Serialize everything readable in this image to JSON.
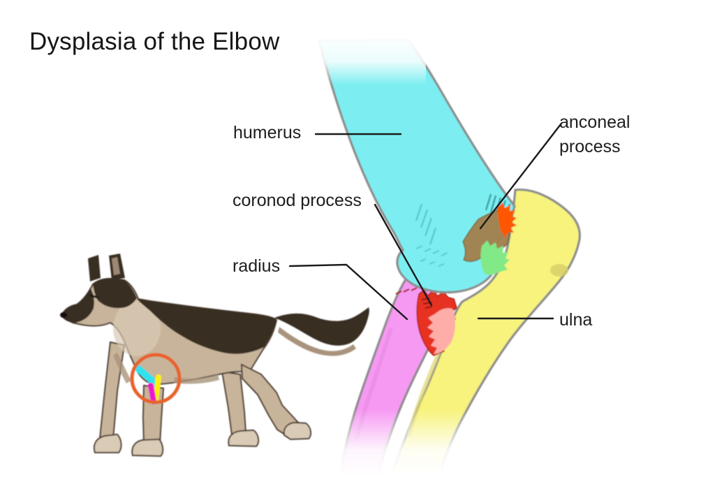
{
  "title": "Dysplasia of the Elbow",
  "diagram": {
    "labels": {
      "humerus": "humerus",
      "anconeal_process": "anconeal\nprocess",
      "coronod_process": "coronod process",
      "radius": "radius",
      "ulna": "ulna"
    },
    "colors": {
      "humerus": "#7beef1",
      "humerus_hatch": "#49b6c6",
      "humerus_hatch_dark": "#2d8b8f",
      "ulna": "#f7f37d",
      "ulna_shade": "#ded671",
      "radius": "#f699f3",
      "fragment_red": "#e73020",
      "fragment_red_detail": "#8e1812",
      "jag_orange": "#ff5603",
      "jag_green": "#81e985",
      "jag_pink": "#ffada9",
      "anconeal_fragment_brown": "#a3814e",
      "outline_gray": "#8b8b8b",
      "leader_line": "#1b1b1b"
    }
  },
  "dog": {
    "coat_tan": "#c8b49a",
    "coat_dark": "#382d24",
    "coat_shade": "#a8937b",
    "coat_cream": "#d9cbb5",
    "highlight_circle": "#e8622b",
    "mini_bone_colors": {
      "humerus": "#2fe3ee",
      "ulna": "#fdf00b",
      "radius": "#ef13ce"
    }
  }
}
